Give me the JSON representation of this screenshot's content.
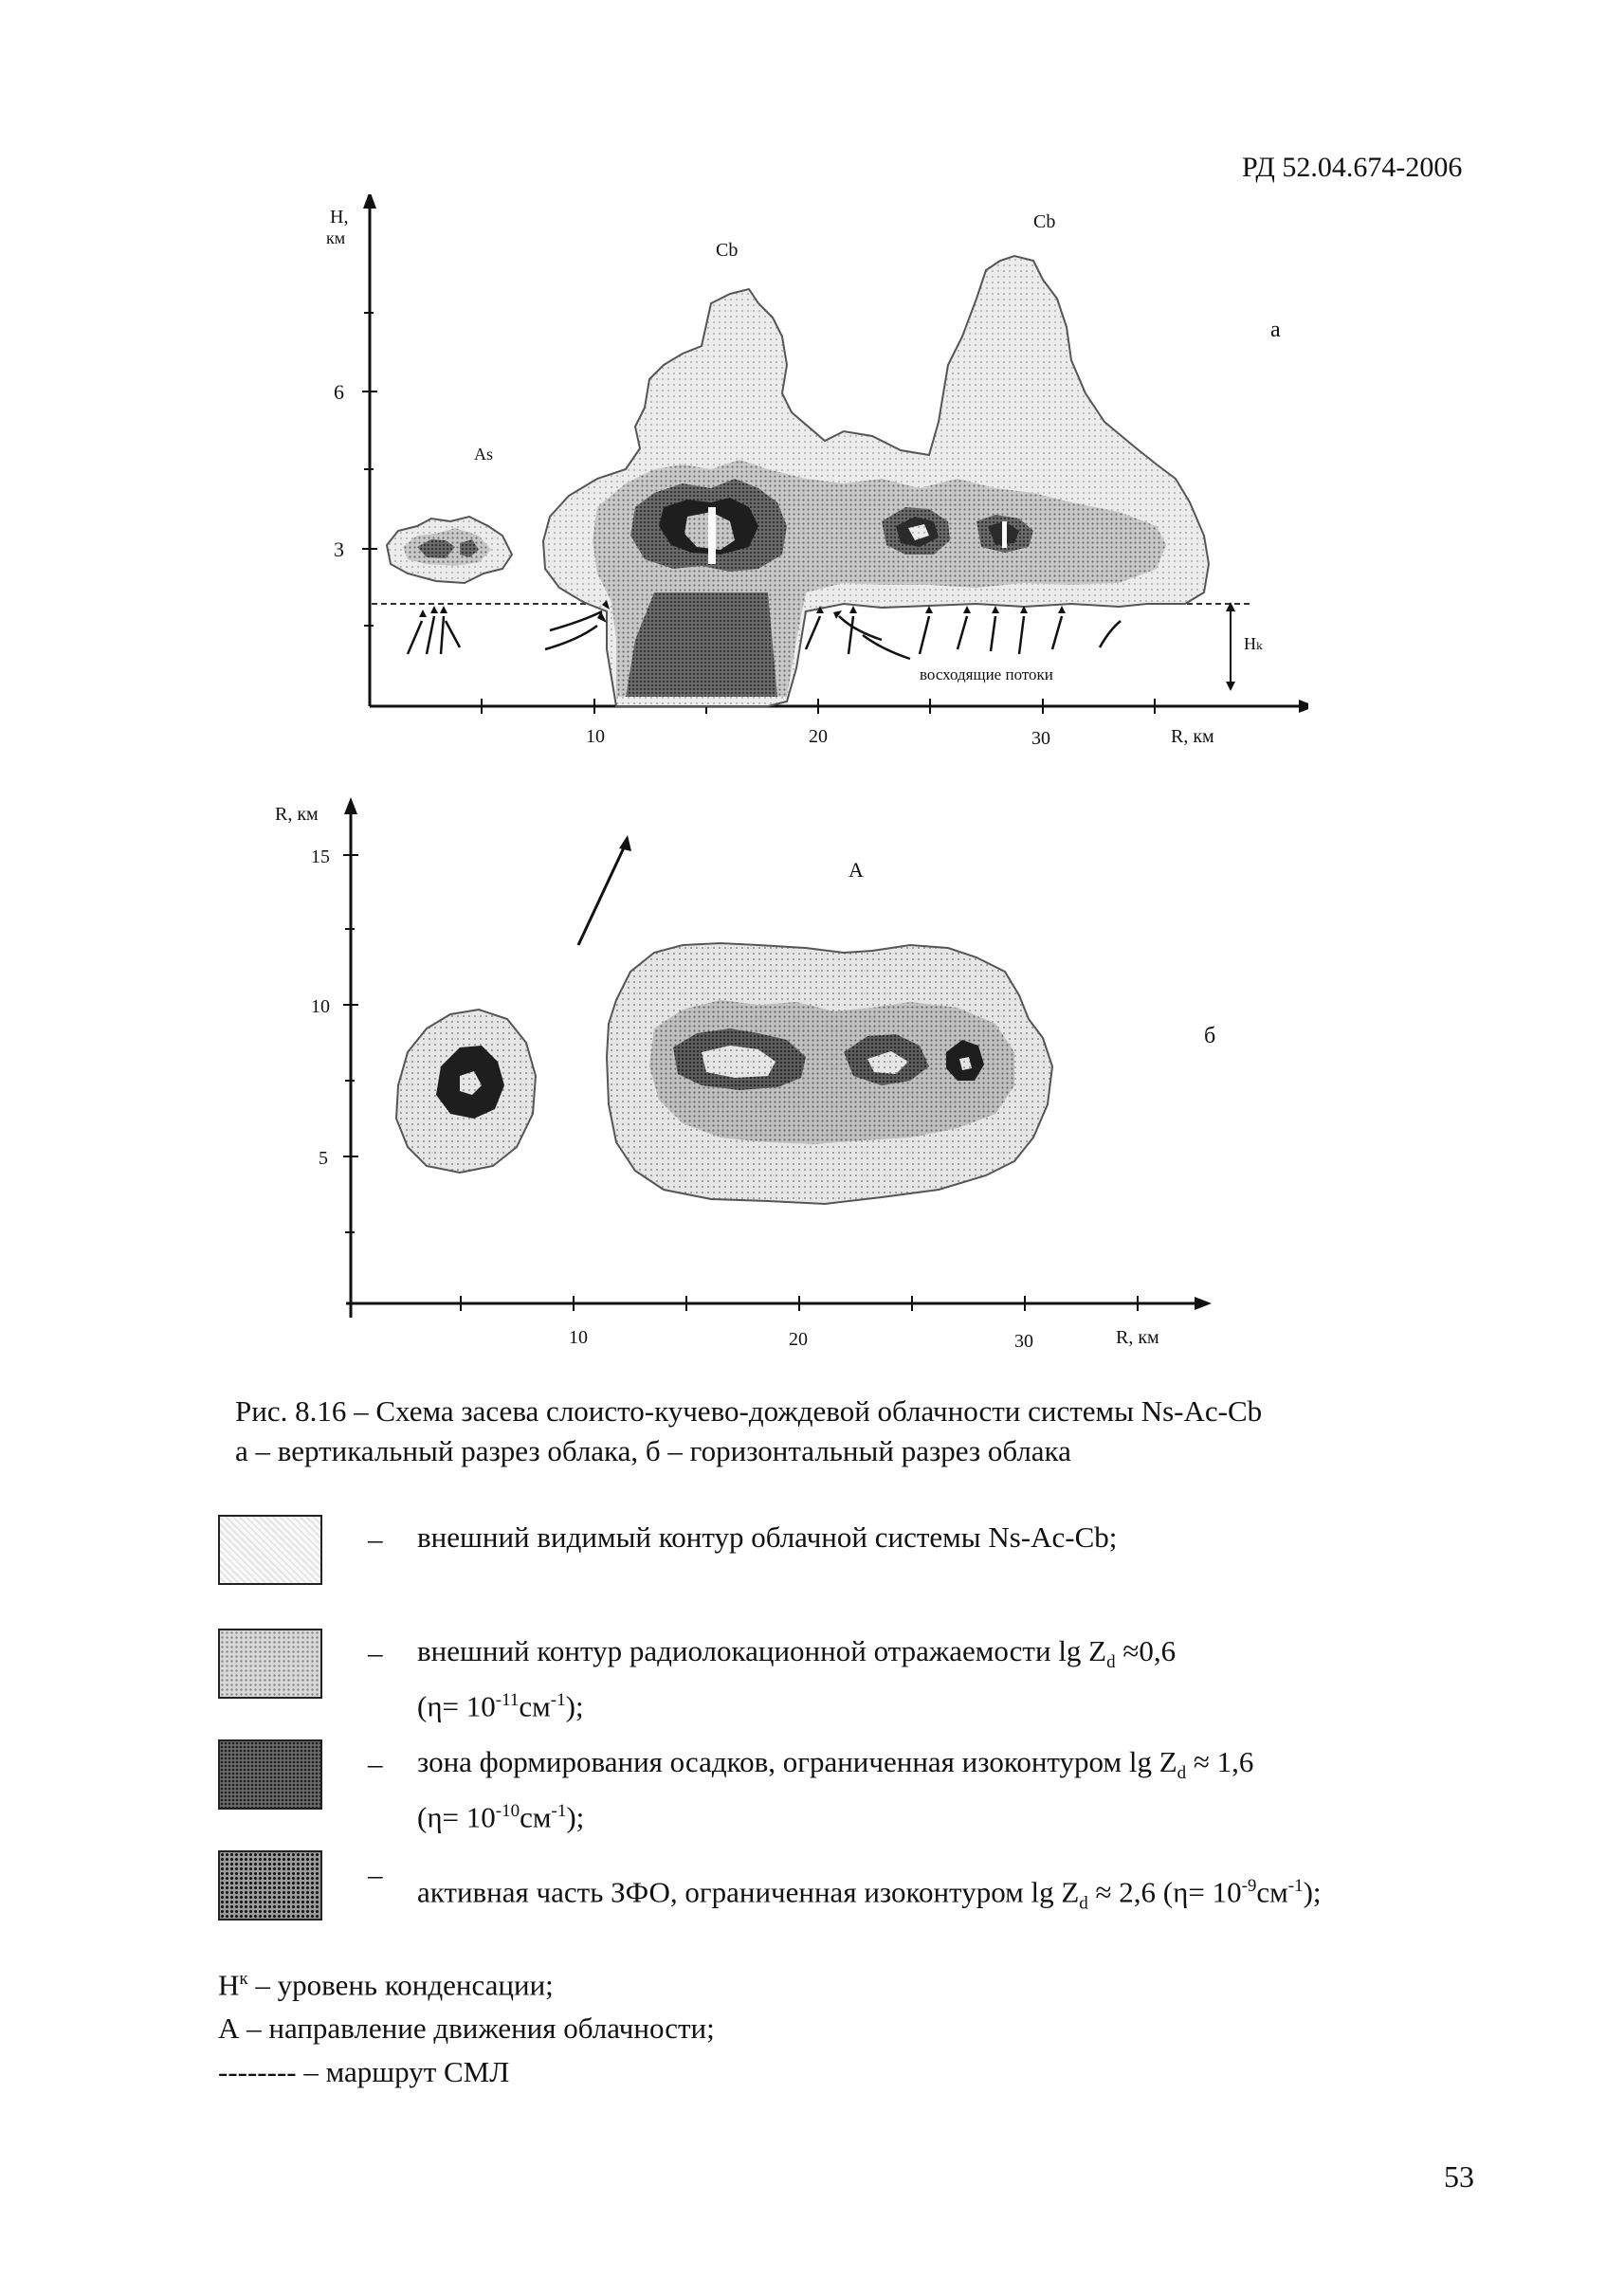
{
  "header": {
    "doc_code": "РД 52.04.674-2006"
  },
  "page_number": "53",
  "figure_a": {
    "panel_letter": "а",
    "y_axis_label_1": "Н,",
    "y_axis_label_2": "км",
    "y_ticks": [
      "6",
      "3"
    ],
    "x_ticks": [
      "10",
      "20",
      "30"
    ],
    "x_axis_label": "R, км",
    "cloud_labels": {
      "as": "As",
      "cb1": "Cb",
      "cb2": "Cb"
    },
    "condensation_label": "Hₖ",
    "flow_label": "восходящие потоки"
  },
  "figure_b": {
    "panel_letter": "б",
    "y_axis_label": "R, км",
    "y_ticks": [
      "15",
      "10",
      "5"
    ],
    "x_ticks": [
      "10",
      "20",
      "30"
    ],
    "x_axis_label": "R, км",
    "direction_label": "А"
  },
  "caption": {
    "line1": "Рис. 8.16 – Схема засева слоисто-кучево-дождевой облачности системы Ns-Ac-Cb",
    "line2": "а – вертикальный разрез облака, б – горизонтальный разрез облака"
  },
  "legend": [
    {
      "dash": "–",
      "text": "внешний видимый контур облачной системы Ns-Ac-Cb;",
      "text2": ""
    },
    {
      "dash": "–",
      "text": "внешний контур радиолокационной отражаемости lg Z",
      "sub": "d",
      "tail": " ≈0,6",
      "text2": "(η= 10",
      "sup2": "-11",
      "tail2": "см",
      "sup3": "-1",
      "end2": ");"
    },
    {
      "dash": "–",
      "text": "зона формирования осадков, ограниченная изоконтуром lg Z",
      "sub": "d",
      "tail": " ≈ 1,6",
      "text2": "(η= 10",
      "sup2": "-10",
      "tail2": "см",
      "sup3": "-1",
      "end2": ");"
    },
    {
      "dash": "–",
      "text": "активная часть ЗФО, ограниченная изоконтуром lg Z",
      "sub": "d",
      "tail": " ≈ 2,6 (η= 10",
      "sup": "-9",
      "tail_b": "см",
      "sup_b": "-1",
      "end": ");"
    }
  ],
  "notes": {
    "hk_symbol": "Н",
    "hk_sup": "к",
    "hk_text": " – уровень конденсации;",
    "a_line": "А – направление движения облачности;",
    "route_line": "-------- – маршрут СМЛ"
  },
  "colors": {
    "light": "#e4e4e4",
    "medium": "#b4b4b4",
    "dark": "#5a5a5a",
    "darkest": "#1e1e1e"
  }
}
